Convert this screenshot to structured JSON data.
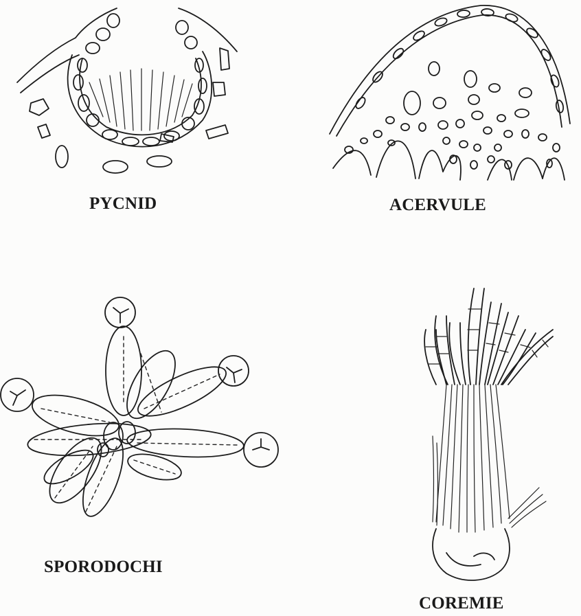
{
  "figure": {
    "panels": [
      {
        "id": "pycnid",
        "label": "PYCNID"
      },
      {
        "id": "acervule",
        "label": "ACERVULE"
      },
      {
        "id": "sporodochi",
        "label": "SPORODOCHI"
      },
      {
        "id": "coremie",
        "label": "COREMIE"
      }
    ]
  },
  "style": {
    "ink": "#1c1c1c",
    "paper": "#fcfcfb"
  }
}
